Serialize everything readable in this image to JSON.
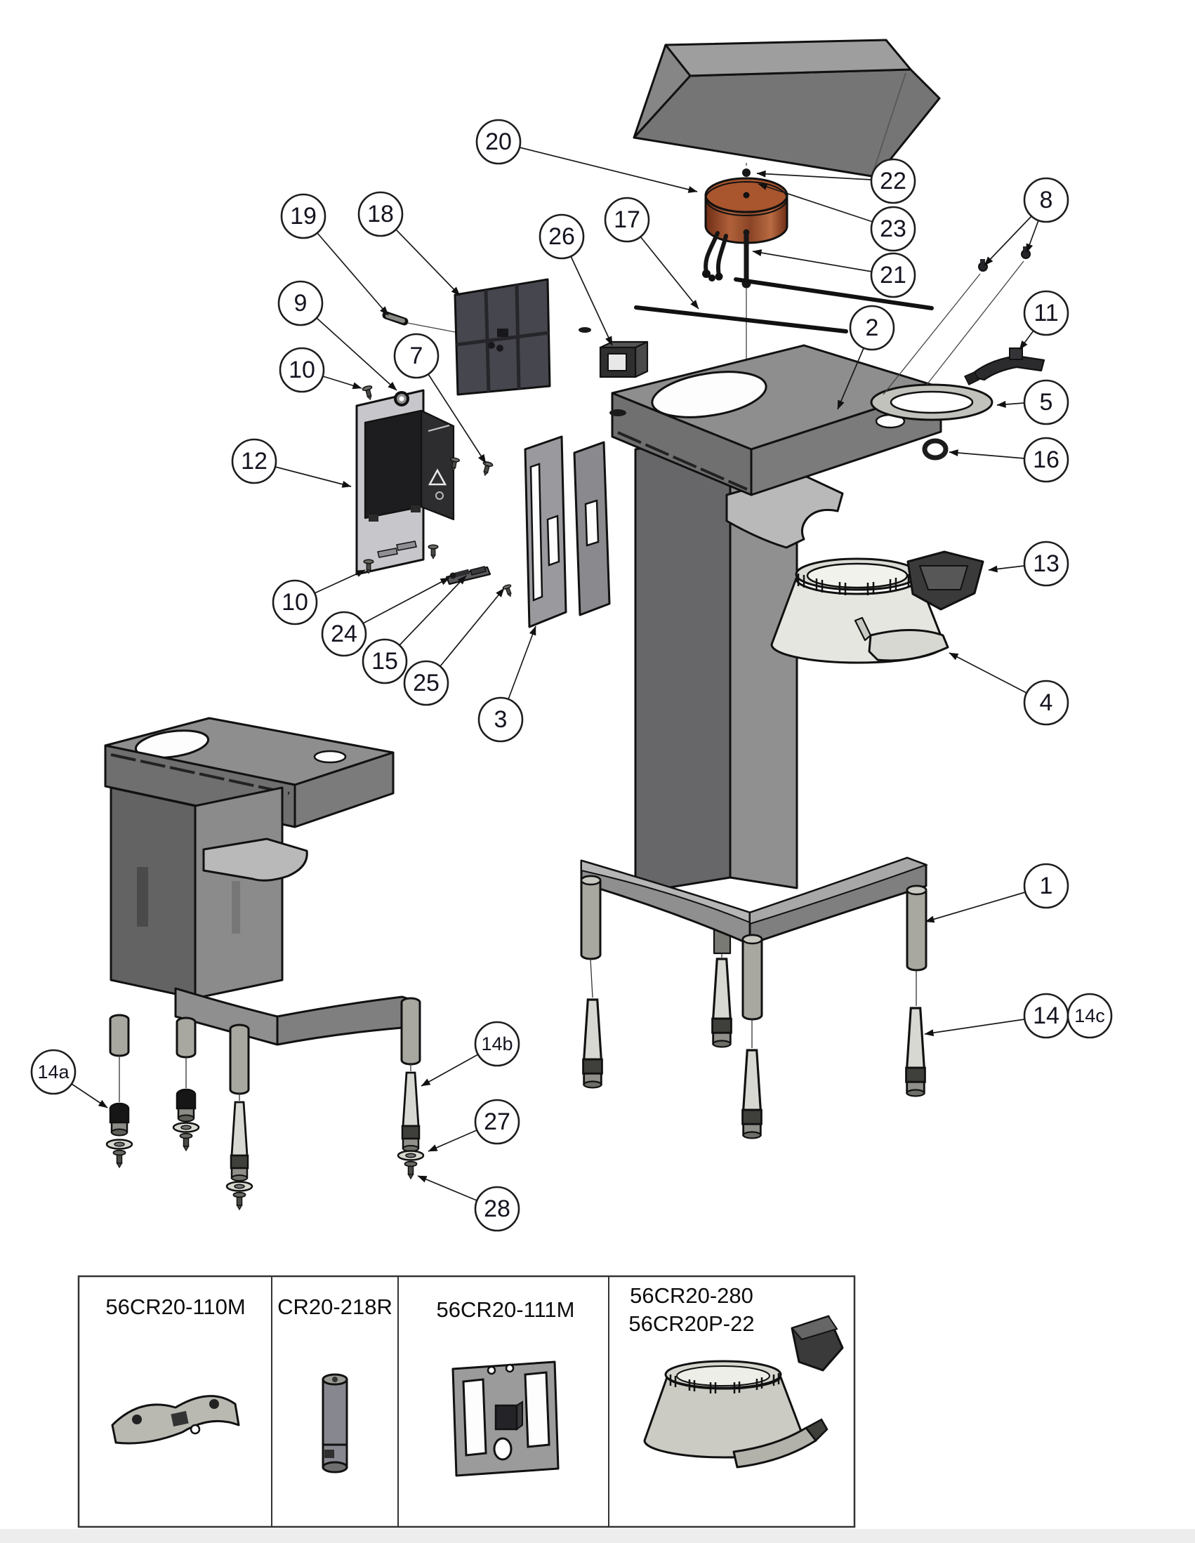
{
  "callouts": [
    {
      "label": "20"
    },
    {
      "label": "22"
    },
    {
      "label": "23"
    },
    {
      "label": "21"
    },
    {
      "label": "8"
    },
    {
      "label": "19"
    },
    {
      "label": "18"
    },
    {
      "label": "26"
    },
    {
      "label": "17"
    },
    {
      "label": "9"
    },
    {
      "label": "10"
    },
    {
      "label": "7"
    },
    {
      "label": "2"
    },
    {
      "label": "11"
    },
    {
      "label": "5"
    },
    {
      "label": "16"
    },
    {
      "label": "12"
    },
    {
      "label": "10"
    },
    {
      "label": "24"
    },
    {
      "label": "15"
    },
    {
      "label": "25"
    },
    {
      "label": "3"
    },
    {
      "label": "13"
    },
    {
      "label": "4"
    },
    {
      "label": "1"
    },
    {
      "label": "14"
    },
    {
      "label": "14c"
    },
    {
      "label": "14a"
    },
    {
      "label": "14b"
    },
    {
      "label": "27"
    },
    {
      "label": "28"
    }
  ],
  "table": {
    "cells": [
      {
        "lines": [
          "56CR20-110M"
        ]
      },
      {
        "lines": [
          "CR20-218R"
        ]
      },
      {
        "lines": [
          "56CR20-111M"
        ]
      },
      {
        "lines": [
          "56CR20-280",
          "56CR20P-22"
        ]
      }
    ]
  },
  "colors": {
    "warmer_element_copper": "#a9552e",
    "sheet_metal_gray": "#8f8f8f",
    "outline": "#111111"
  }
}
